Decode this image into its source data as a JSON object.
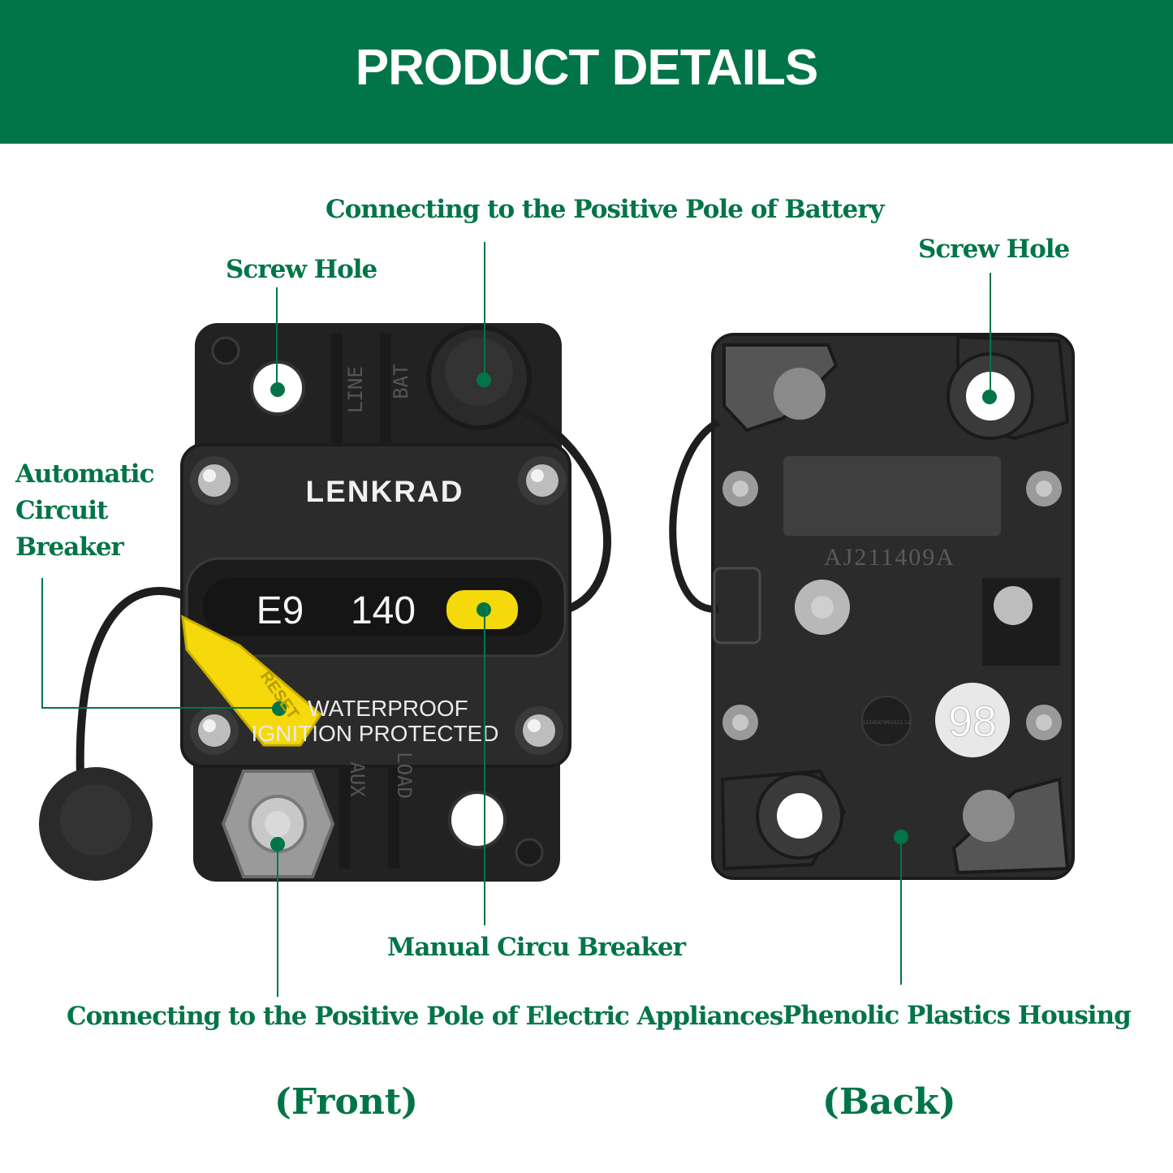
{
  "banner": {
    "title": "PRODUCT DETAILS"
  },
  "colors": {
    "brand_green": "#017548",
    "housing": "#2b2b2b",
    "reset_yellow": "#f5d90a"
  },
  "callouts": {
    "battery_pole": "Connecting to the Positive Pole of Battery",
    "screw_hole_front": "Screw Hole",
    "screw_hole_back": "Screw Hole",
    "auto_breaker_line1": "Automatic",
    "auto_breaker_line2": "Circuit",
    "auto_breaker_line3": "Breaker",
    "manual_breaker": "Manual Circu Breaker",
    "appliances_pole": "Connecting to the Positive Pole of Electric Appliances",
    "housing": "Phenolic Plastics Housing"
  },
  "front": {
    "brand": "LENKRAD",
    "model_code": "E9",
    "amperage": "140",
    "terminal_line": "LINE",
    "terminal_bat": "BAT",
    "terminal_aux": "AUX",
    "terminal_load": "LOAD",
    "lever_text": "RESET",
    "label_line1": "WATERPROOF",
    "label_line2": "IGNITION PROTECTED",
    "caption": "(Front)"
  },
  "back": {
    "serial": "AJ211409A",
    "date_dial": "1234567891011 12",
    "number_badge": "98",
    "caption": "(Back)"
  }
}
